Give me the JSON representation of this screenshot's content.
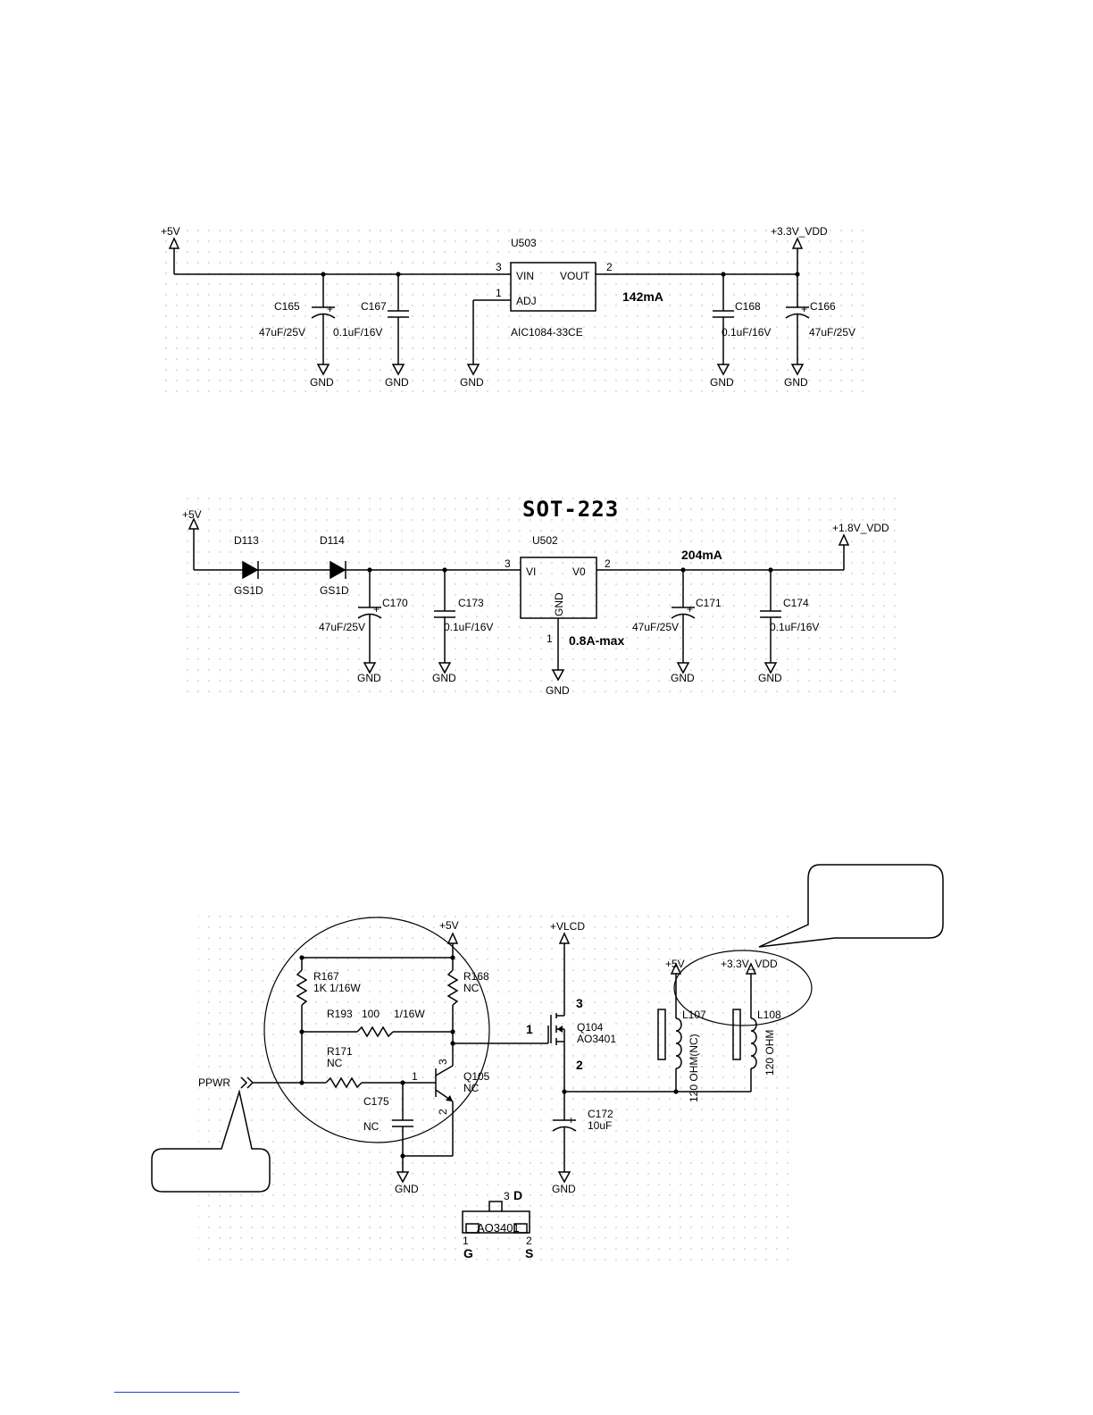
{
  "schematic1": {
    "in_net": "+5V",
    "out_net": "+3.3V_VDD",
    "ic_ref": "U503",
    "ic_part": "AIC1084-33CE",
    "pin_vin": "VIN",
    "pin_vout": "VOUT",
    "pin_adj": "ADJ",
    "pin3": "3",
    "pin2": "2",
    "pin1": "1",
    "current": "142mA",
    "c165_ref": "C165",
    "c165_val": "47uF/25V",
    "c167_ref": "C167",
    "c167_val": "0.1uF/16V",
    "c168_ref": "C168",
    "c168_val": "0.1uF/16V",
    "c166_ref": "C166",
    "c166_val": "47uF/25V",
    "gnd": "GND",
    "plus": "+"
  },
  "schematic2": {
    "package_title": "SOT-223",
    "in_net": "+5V",
    "out_net": "+1.8V_VDD",
    "d113_ref": "D113",
    "d113_val": "GS1D",
    "d114_ref": "D114",
    "d114_val": "GS1D",
    "ic_ref": "U502",
    "pin_vi": "VI",
    "pin_vo": "V0",
    "pin_gnd": "GND",
    "pin3": "3",
    "pin2": "2",
    "pin1": "1",
    "current": "204mA",
    "max_current": "0.8A-max",
    "c170_ref": "C170",
    "c170_val": "47uF/25V",
    "c173_ref": "C173",
    "c173_val": "0.1uF/16V",
    "c171_ref": "C171",
    "c171_val": "47uF/25V",
    "c174_ref": "C174",
    "c174_val": "0.1uF/16V",
    "gnd": "GND",
    "plus": "+"
  },
  "schematic3": {
    "vlcd_net": "+VLCD",
    "v5_net": "+5V",
    "v33_net": "+3.3V_VDD",
    "ppwr": "PPWR",
    "r167_ref": "R167",
    "r167_val": "1K   1/16W",
    "r168_ref": "R168",
    "r168_val": "NC",
    "r193_ref": "R193",
    "r193_val": "100",
    "r193_pwr": "1/16W",
    "r171_ref": "R171",
    "r171_val": "NC",
    "c175_ref": "C175",
    "c175_val": "NC",
    "q105_ref": "Q105",
    "q105_val": "NC",
    "q104_ref": "Q104",
    "q104_val": "AO3401",
    "gate_pin": "1",
    "drain_pin": "3",
    "source_pin": "2",
    "q105_pin1": "1",
    "q105_pin3": "3",
    "q105_pin2": "2",
    "c172_ref": "C172",
    "c172_val": "10uF",
    "l107_ref": "L107",
    "l107_val": "120 OHM(NC)",
    "l108_ref": "L108",
    "l108_val": "120 OHM",
    "gnd": "GND",
    "plus": "+",
    "pkg_part": "AO3401",
    "pkg_pin3": "3",
    "pkg_d": "D",
    "pkg_pin1": "1",
    "pkg_g": "G",
    "pkg_pin2": "2",
    "pkg_s": "S"
  }
}
